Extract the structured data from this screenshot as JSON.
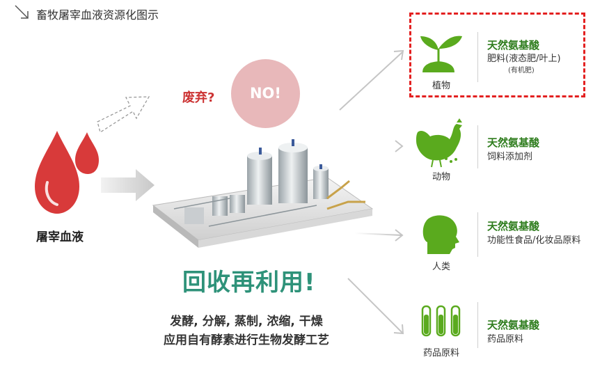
{
  "header": {
    "title": "畜牧屠宰血液资源化图示"
  },
  "left": {
    "blood_label": "屠宰血液"
  },
  "center": {
    "discard_label": "废弃?",
    "no_label": "NO!",
    "recycle_label": "回收再利用!",
    "process_line1": "发酵, 分解, 蒸制, 浓缩, 干燥",
    "process_line2": "应用自有酵素进行生物发酵工艺"
  },
  "outputs": [
    {
      "category": "植物",
      "icon": "plant-icon",
      "title": "天然氨基酸",
      "desc": "肥料(液态肥/叶上)",
      "note": "(有机肥)"
    },
    {
      "category": "动物",
      "icon": "chicken-icon",
      "title": "天然氨基酸",
      "desc": "饲料添加剂"
    },
    {
      "category": "人类",
      "icon": "human-head-icon",
      "title": "天然氨基酸",
      "desc": "功能性食品/化妆品原料"
    },
    {
      "category": "药品原料",
      "icon": "test-tubes-icon",
      "title": "天然氨基酸",
      "desc": "药品原料"
    }
  ],
  "colors": {
    "blood": "#d83a3a",
    "brand_green": "#2f7d1e",
    "icon_green": "#5aaa1e",
    "recycle_teal": "#2e9279",
    "highlight": "#e32020",
    "no_circle": "#e8b8ba"
  }
}
